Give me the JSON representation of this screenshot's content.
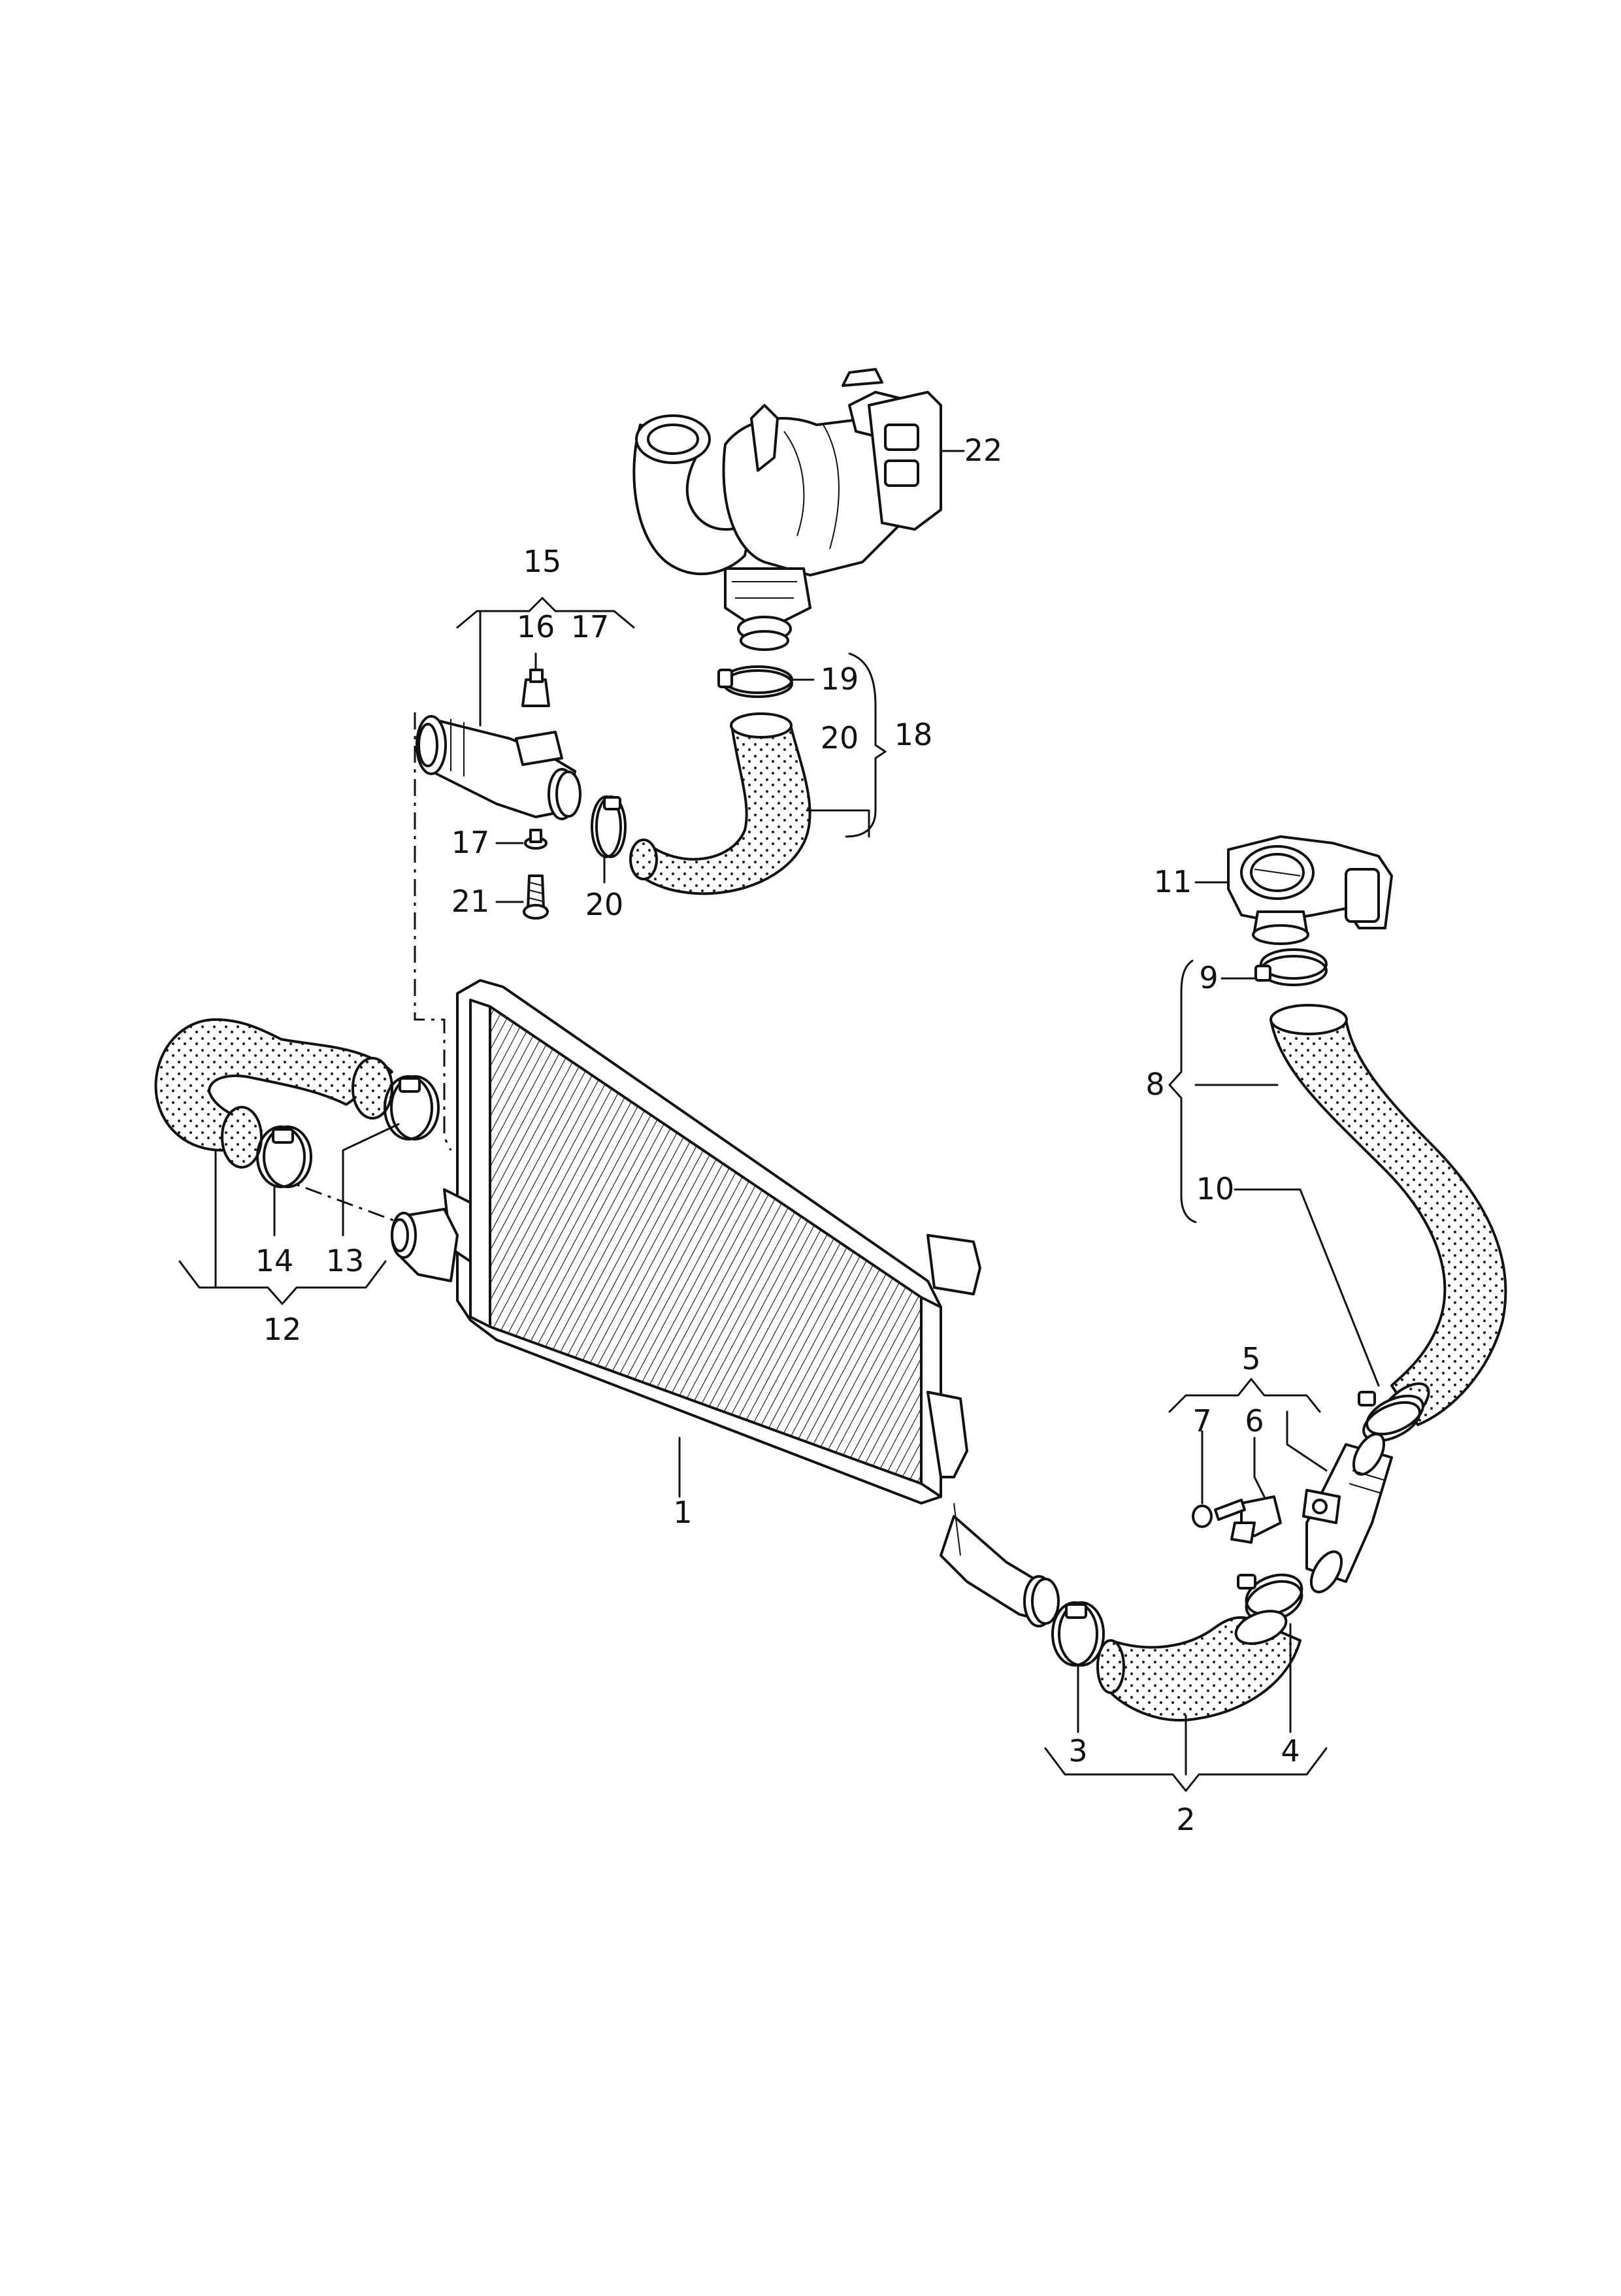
{
  "diagram": {
    "labels": {
      "l1": "1",
      "l2": "2",
      "l3": "3",
      "l4": "4",
      "l5": "5",
      "l6": "6",
      "l7": "7",
      "l8": "8",
      "l9": "9",
      "l10": "10",
      "l11": "11",
      "l12": "12",
      "l13": "13",
      "l14": "14",
      "l15": "15",
      "l16": "16",
      "l17a": "17",
      "l17b": "17",
      "l18": "18",
      "l19": "19",
      "l20a": "20",
      "l20b": "20",
      "l21": "21",
      "l22": "22"
    }
  },
  "palette": {
    "line": "#111111",
    "background": "#ffffff",
    "hose_texture": "dotted"
  }
}
